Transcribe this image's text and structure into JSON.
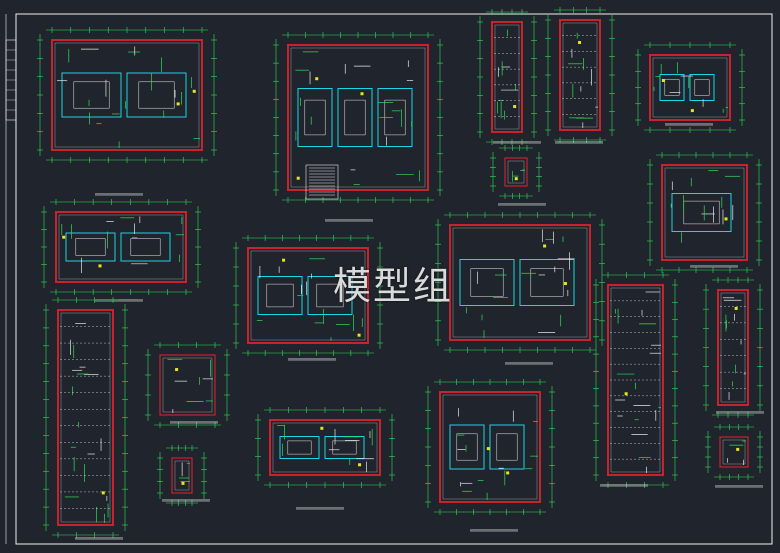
{
  "watermark": "模型组",
  "colors": {
    "background": "#20242c",
    "wall": "#c8232c",
    "dimension": "#2ee05a",
    "equipment": "#19d6e6",
    "annotation": "#e8e8e8",
    "highlight": "#e6e61e",
    "frame": "#f0f0f0"
  },
  "drawings": [
    {
      "id": "d1",
      "label": ""
    },
    {
      "id": "d2",
      "label": ""
    },
    {
      "id": "d3",
      "label": ""
    },
    {
      "id": "d4",
      "label": ""
    },
    {
      "id": "d5",
      "label": ""
    },
    {
      "id": "d6",
      "label": ""
    },
    {
      "id": "d7",
      "label": ""
    },
    {
      "id": "d8",
      "label": ""
    },
    {
      "id": "d9",
      "label": ""
    },
    {
      "id": "d10",
      "label": ""
    },
    {
      "id": "d11",
      "label": ""
    },
    {
      "id": "d12",
      "label": ""
    },
    {
      "id": "d13",
      "label": ""
    },
    {
      "id": "d14",
      "label": ""
    },
    {
      "id": "d15",
      "label": ""
    },
    {
      "id": "d16",
      "label": ""
    },
    {
      "id": "d17",
      "label": ""
    },
    {
      "id": "d18",
      "label": ""
    }
  ]
}
